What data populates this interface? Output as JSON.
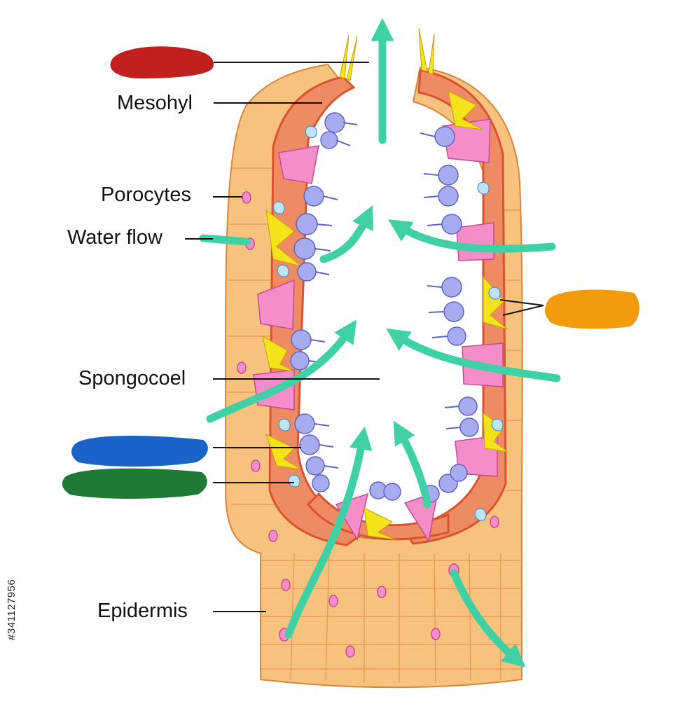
{
  "labels": {
    "mesohyl": "Mesohyl",
    "porocytes": "Porocytes",
    "water_flow": "Water flow",
    "spongocoel": "Spongocoel",
    "epidermis": "Epidermis"
  },
  "stock_id": "#341127956",
  "colors": {
    "redacted_label_1": "#c0201e",
    "redacted_label_2": "#f29b0c",
    "redacted_label_3": "#1c63c9",
    "redacted_label_4": "#1f7a36",
    "water_arrow": "#3fd1a5",
    "outer_body": "#f7c27e",
    "mesohyl_layer": "#ee8b62",
    "inner_rim": "#d9532e",
    "choanocyte": "#a7acf0",
    "porocyte_cell": "#f58ec8",
    "spicule": "#f4e21a"
  }
}
